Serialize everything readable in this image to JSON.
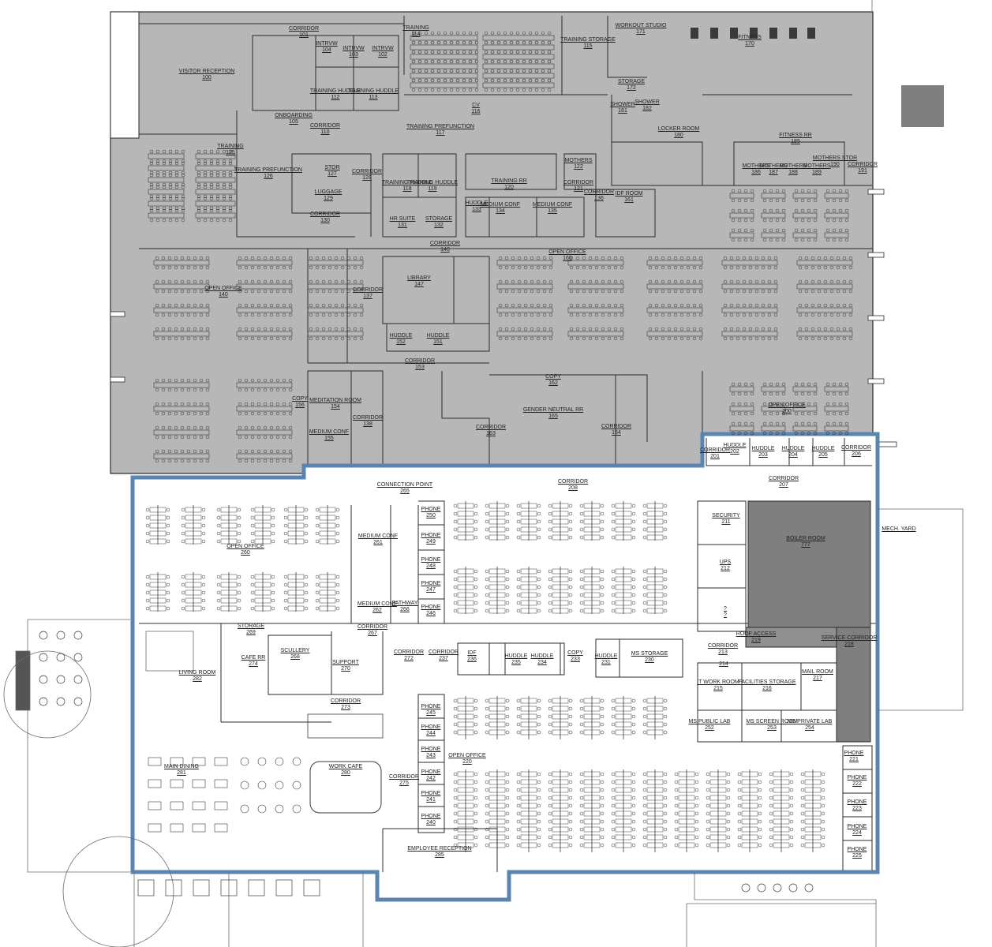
{
  "colors": {
    "existing_fill": "#b7b7b7",
    "new_fill": "#ffffff",
    "outline": "#5b84b1",
    "dark_room": "#7f7f7f",
    "wall": "#2b2b2b",
    "furniture": "#3a3a3a"
  },
  "icons": {
    "workstation": "workstation-icon",
    "chair": "chair-icon",
    "table": "table-icon"
  },
  "rooms": [
    {
      "id": "r101",
      "name": "CORRIDOR",
      "number": "101"
    },
    {
      "id": "r100",
      "name": "VISITOR RECEPTION",
      "number": "100"
    },
    {
      "id": "r104",
      "name": "INTRVW",
      "number": "104"
    },
    {
      "id": "r103",
      "name": "INTRVW",
      "number": "103"
    },
    {
      "id": "r102",
      "name": "INTRVW",
      "number": "102"
    },
    {
      "id": "r112",
      "name": "TRAINING HUDDLE",
      "number": "112"
    },
    {
      "id": "r113",
      "name": "TRAINING HUDDLE",
      "number": "113"
    },
    {
      "id": "r105",
      "name": "ONBOARDING",
      "number": "105"
    },
    {
      "id": "r110",
      "name": "CORRIDOR",
      "number": "110"
    },
    {
      "id": "r114",
      "name": "TRAINING",
      "number": "114"
    },
    {
      "id": "r115",
      "name": "TRAINING STORAGE",
      "number": "115"
    },
    {
      "id": "r171",
      "name": "WORKOUT STUDIO",
      "number": "171"
    },
    {
      "id": "r170",
      "name": "FITNESS",
      "number": "170"
    },
    {
      "id": "r172",
      "name": "STORAGE",
      "number": "172"
    },
    {
      "id": "r181",
      "name": "SHOWER",
      "number": "181"
    },
    {
      "id": "r182",
      "name": "SHOWER",
      "number": "182"
    },
    {
      "id": "r116",
      "name": "CV",
      "number": "116"
    },
    {
      "id": "r117",
      "name": "TRAINING PREFUNCTION",
      "number": "117"
    },
    {
      "id": "r180",
      "name": "LOCKER ROOM",
      "number": "180"
    },
    {
      "id": "r185",
      "name": "FITNESS RR",
      "number": "185"
    },
    {
      "id": "r125",
      "name": "TRAINING",
      "number": "125"
    },
    {
      "id": "r126",
      "name": "TRAINING PREFUNCTION",
      "number": "126"
    },
    {
      "id": "r127",
      "name": "STOR",
      "number": "127"
    },
    {
      "id": "r128",
      "name": "CORRIDOR",
      "number": "128"
    },
    {
      "id": "r129",
      "name": "LUGGAGE",
      "number": "129"
    },
    {
      "id": "r130",
      "name": "CORRIDOR",
      "number": "130"
    },
    {
      "id": "r118",
      "name": "TRAINING HUDDLE",
      "number": "118"
    },
    {
      "id": "r119",
      "name": "TRAINING HUDDLE",
      "number": "119"
    },
    {
      "id": "r120",
      "name": "TRAINING RR",
      "number": "120"
    },
    {
      "id": "r122",
      "name": "MOTHERS",
      "number": "122"
    },
    {
      "id": "r121",
      "name": "CORRIDOR",
      "number": "121"
    },
    {
      "id": "r136",
      "name": "CORRIDOR",
      "number": "136"
    },
    {
      "id": "r161",
      "name": "IDF ROOM",
      "number": "161"
    },
    {
      "id": "r186",
      "name": "MOTHERS",
      "number": "186"
    },
    {
      "id": "r187",
      "name": "MOTHERS",
      "number": "187"
    },
    {
      "id": "r188",
      "name": "MOTHERS",
      "number": "188"
    },
    {
      "id": "r189",
      "name": "MOTHERS",
      "number": "189"
    },
    {
      "id": "r190",
      "name": "MOTHERS STOR",
      "number": "190"
    },
    {
      "id": "r191",
      "name": "CORRIDOR",
      "number": "191"
    },
    {
      "id": "r133",
      "name": "HUDDLE",
      "number": "133"
    },
    {
      "id": "r134",
      "name": "MEDIUM CONF",
      "number": "134"
    },
    {
      "id": "r135",
      "name": "MEDIUM CONF",
      "number": "135"
    },
    {
      "id": "r131",
      "name": "HR SUITE",
      "number": "131"
    },
    {
      "id": "r132",
      "name": "STORAGE",
      "number": "132"
    },
    {
      "id": "r146",
      "name": "CORRIDOR",
      "number": "146"
    },
    {
      "id": "r160",
      "name": "OPEN OFFICE",
      "number": "160"
    },
    {
      "id": "r140",
      "name": "OPEN OFFICE",
      "number": "140"
    },
    {
      "id": "r137",
      "name": "CORRIDOR",
      "number": "137"
    },
    {
      "id": "r147",
      "name": "LIBRARY",
      "number": "147"
    },
    {
      "id": "r152",
      "name": "HUDDLE",
      "number": "152"
    },
    {
      "id": "r151",
      "name": "HUDDLE",
      "number": "151"
    },
    {
      "id": "r153",
      "name": "CORRIDOR",
      "number": "153"
    },
    {
      "id": "r156",
      "name": "COPY",
      "number": "156"
    },
    {
      "id": "r154",
      "name": "MEDITATION ROOM",
      "number": "154"
    },
    {
      "id": "r138",
      "name": "CORRIDOR",
      "number": "138"
    },
    {
      "id": "r155",
      "name": "MEDIUM CONF",
      "number": "155"
    },
    {
      "id": "r162",
      "name": "COPY",
      "number": "162"
    },
    {
      "id": "r165",
      "name": "GENDER NEUTRAL RR",
      "number": "165"
    },
    {
      "id": "r163",
      "name": "CORRIDOR",
      "number": "163"
    },
    {
      "id": "r164",
      "name": "CORRIDOR",
      "number": "164"
    },
    {
      "id": "r200",
      "name": "OPEN OFFICE",
      "number": "200"
    },
    {
      "id": "r201",
      "name": "CORRIDOR",
      "number": "201"
    },
    {
      "id": "r202",
      "name": "HUDDLE",
      "number": "202"
    },
    {
      "id": "r203",
      "name": "HUDDLE",
      "number": "203"
    },
    {
      "id": "r204",
      "name": "HUDDLE",
      "number": "204"
    },
    {
      "id": "r205",
      "name": "HUDDLE",
      "number": "205"
    },
    {
      "id": "r206",
      "name": "CORRIDOR",
      "number": "206"
    },
    {
      "id": "r207",
      "name": "CORRIDOR",
      "number": "207"
    },
    {
      "id": "r265",
      "name": "CONNECTION POINT",
      "number": "265"
    },
    {
      "id": "r208",
      "name": "CORRIDOR",
      "number": "208"
    },
    {
      "id": "r260",
      "name": "OPEN OFFICE",
      "number": "260"
    },
    {
      "id": "r261",
      "name": "MEDIUM CONF",
      "number": "261"
    },
    {
      "id": "r262",
      "name": "MEDIUM CONF",
      "number": "262"
    },
    {
      "id": "r266",
      "name": "PATHWAY",
      "number": "266"
    },
    {
      "id": "r250",
      "name": "PHONE",
      "number": "250"
    },
    {
      "id": "r249",
      "name": "PHONE",
      "number": "249"
    },
    {
      "id": "r248",
      "name": "PHONE",
      "number": "248"
    },
    {
      "id": "r247",
      "name": "PHONE",
      "number": "247"
    },
    {
      "id": "r246",
      "name": "PHONE",
      "number": "246"
    },
    {
      "id": "r211",
      "name": "SECURITY",
      "number": "211"
    },
    {
      "id": "r777",
      "name": "BOILER ROOM",
      "number": "777"
    },
    {
      "id": "r212",
      "name": "UPS",
      "number": "212"
    },
    {
      "id": "rq",
      "name": "?",
      "number": "?"
    },
    {
      "id": "r219",
      "name": "ROOF ACCESS",
      "number": "219"
    },
    {
      "id": "r218",
      "name": "SERVICE CORRIDOR",
      "number": "218"
    },
    {
      "id": "r269",
      "name": "STORAGE",
      "number": "269"
    },
    {
      "id": "r267",
      "name": "CORRIDOR",
      "number": "267"
    },
    {
      "id": "r268",
      "name": "SCULLERY",
      "number": "268"
    },
    {
      "id": "r274",
      "name": "CAFE RR",
      "number": "274"
    },
    {
      "id": "r270",
      "name": "SUPPORT",
      "number": "270"
    },
    {
      "id": "r272",
      "name": "CORRIDOR",
      "number": "272"
    },
    {
      "id": "r237",
      "name": "CORRIDOR",
      "number": "237"
    },
    {
      "id": "r236",
      "name": "IDF",
      "number": "236"
    },
    {
      "id": "r235",
      "name": "HUDDLE",
      "number": "235"
    },
    {
      "id": "r234",
      "name": "HUDDLE",
      "number": "234"
    },
    {
      "id": "r233",
      "name": "COPY",
      "number": "233"
    },
    {
      "id": "r231",
      "name": "HUDDLE",
      "number": "231"
    },
    {
      "id": "r230",
      "name": "MS STORAGE",
      "number": "230"
    },
    {
      "id": "r213",
      "name": "CORRIDOR",
      "number": "213"
    },
    {
      "id": "r214",
      "name": "",
      "number": "214"
    },
    {
      "id": "r215",
      "name": "IT WORK ROOM",
      "number": "215"
    },
    {
      "id": "r216",
      "name": "FACILITIES STORAGE",
      "number": "216"
    },
    {
      "id": "r217",
      "name": "MAIL ROOM",
      "number": "217"
    },
    {
      "id": "r282",
      "name": "LIVING ROOM",
      "number": "282"
    },
    {
      "id": "r273",
      "name": "CORRIDOR",
      "number": "273"
    },
    {
      "id": "r245",
      "name": "PHONE",
      "number": "245"
    },
    {
      "id": "r244",
      "name": "PHONE",
      "number": "244"
    },
    {
      "id": "r243",
      "name": "PHONE",
      "number": "243"
    },
    {
      "id": "r242",
      "name": "PHONE",
      "number": "242"
    },
    {
      "id": "r241",
      "name": "PHONE",
      "number": "241"
    },
    {
      "id": "r240",
      "name": "PHONE",
      "number": "240"
    },
    {
      "id": "r220",
      "name": "OPEN OFFICE",
      "number": "220"
    },
    {
      "id": "r252",
      "name": "MS PUBLIC LAB",
      "number": "252"
    },
    {
      "id": "r253",
      "name": "MS SCREEN ROOM",
      "number": "253"
    },
    {
      "id": "r254",
      "name": "MS PRIVATE LAB",
      "number": "254"
    },
    {
      "id": "r281",
      "name": "MAIN DINING",
      "number": "281"
    },
    {
      "id": "r280",
      "name": "WORK CAFE",
      "number": "280"
    },
    {
      "id": "r275",
      "name": "CORRIDOR",
      "number": "275"
    },
    {
      "id": "r285",
      "name": "EMPLOYEE RECEPTION",
      "number": "285"
    },
    {
      "id": "r221",
      "name": "PHONE",
      "number": "221"
    },
    {
      "id": "r222",
      "name": "PHONE",
      "number": "222"
    },
    {
      "id": "r223",
      "name": "PHONE",
      "number": "223"
    },
    {
      "id": "r224",
      "name": "PHONE",
      "number": "224"
    },
    {
      "id": "r225",
      "name": "PHONE",
      "number": "225"
    },
    {
      "id": "rmech",
      "name": "MECH. YARD",
      "number": ""
    }
  ]
}
